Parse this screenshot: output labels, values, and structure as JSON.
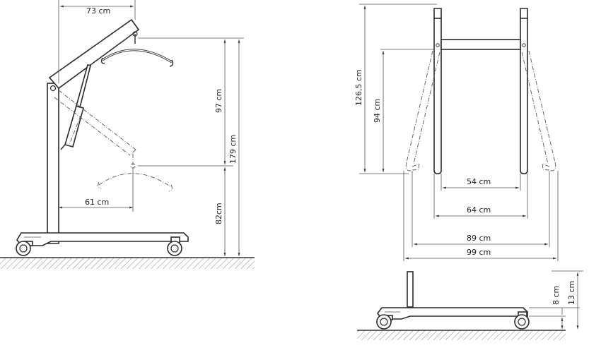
{
  "side_view": {
    "reach_top": "73 cm",
    "reach_bottom": "61 cm",
    "lift_range": "97 cm",
    "max_height": "179 cm",
    "min_height": "82cm"
  },
  "front_view": {
    "mast_height": "126,5 cm",
    "inner_height": "94 cm",
    "inner_width_closed": "54 cm",
    "outer_width_closed": "64 cm",
    "inner_width_open": "89 cm",
    "outer_width_open": "99 cm"
  },
  "base_view": {
    "clearance": "8 cm",
    "base_height": "13 cm"
  }
}
